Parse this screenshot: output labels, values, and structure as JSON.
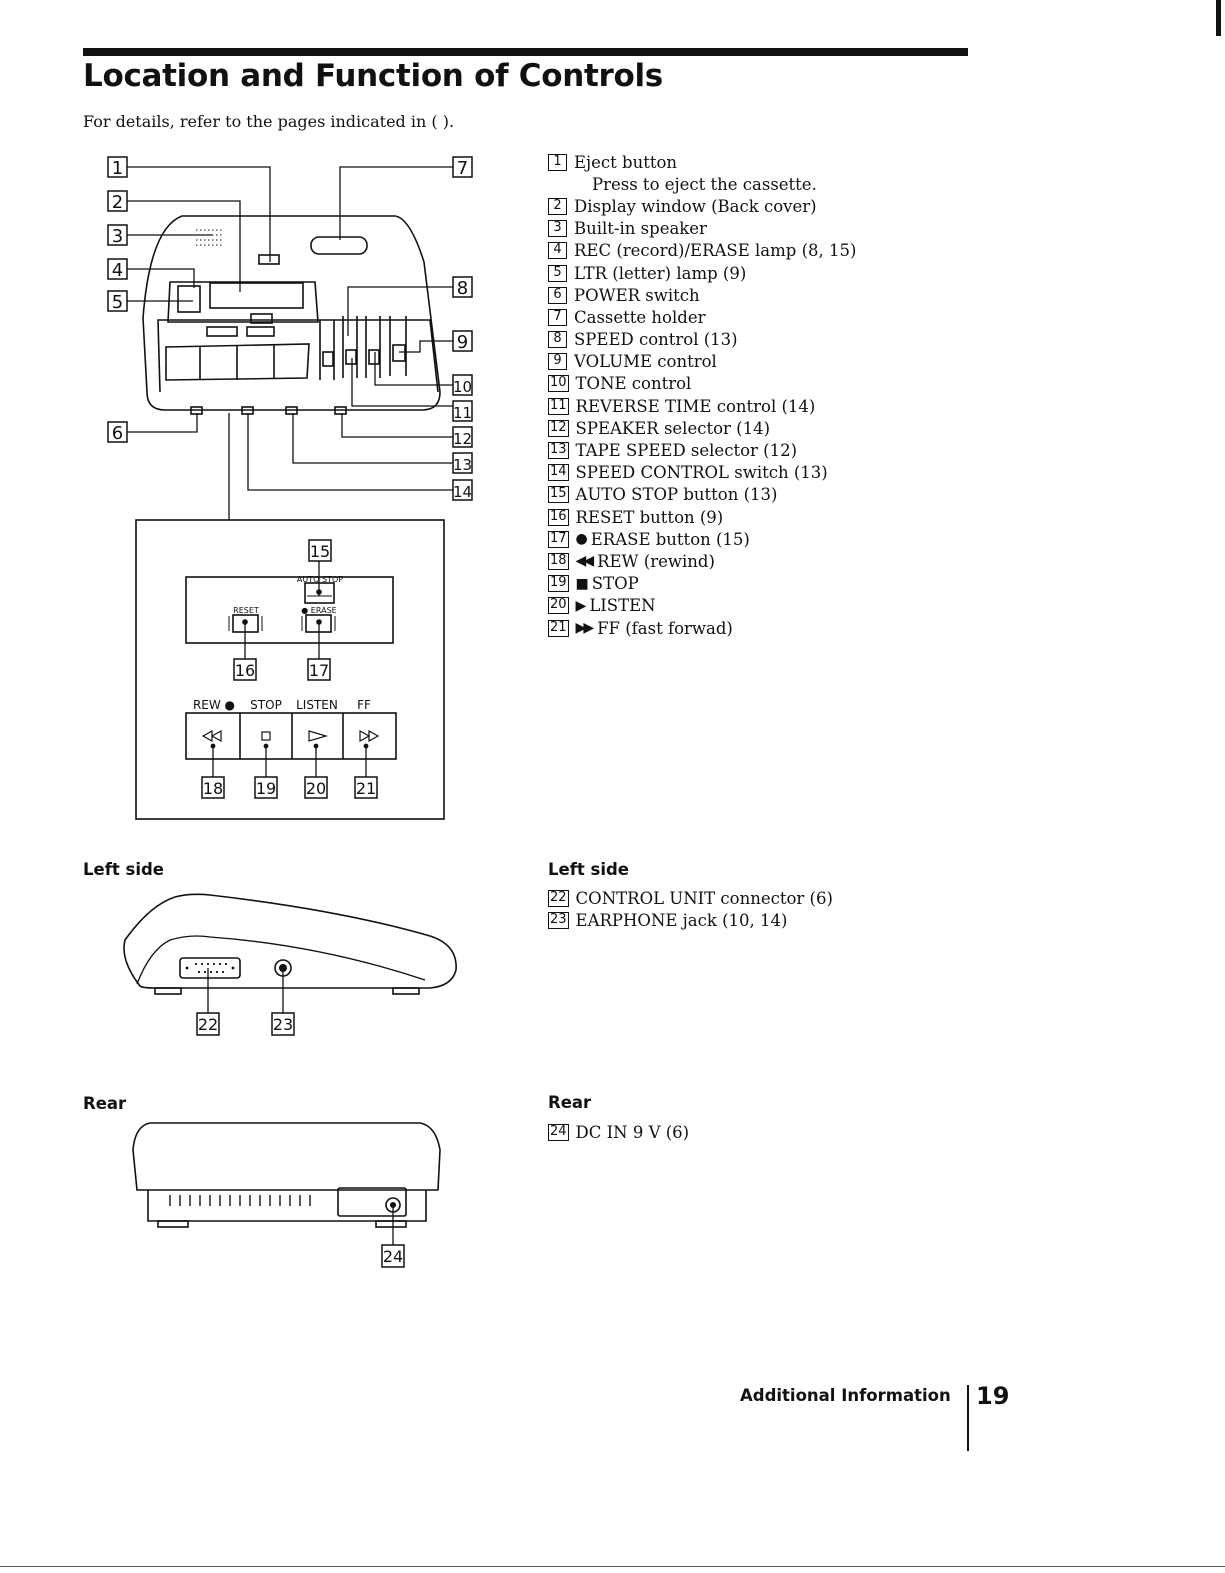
{
  "page": {
    "title": "Location and Function of Controls",
    "intro": "For details, refer to the pages indicated in ( ).",
    "footer_section": "Additional Information",
    "page_number": "19"
  },
  "front_diagram": {
    "callouts": [
      "1",
      "2",
      "3",
      "4",
      "5",
      "6",
      "7",
      "8",
      "9",
      "10",
      "11",
      "12",
      "13",
      "14"
    ]
  },
  "control_panel": {
    "callouts": [
      "15",
      "16",
      "17",
      "18",
      "19",
      "20",
      "21"
    ],
    "panel_labels": {
      "auto_stop": "AUTO STOP",
      "reset": "RESET",
      "erase": "● ERASE"
    },
    "transport_labels": [
      "REW ●",
      "STOP",
      "LISTEN",
      "FF"
    ]
  },
  "front_legend": [
    {
      "num": "1",
      "text": "Eject button"
    },
    {
      "num": "",
      "text": "Press to eject the cassette."
    },
    {
      "num": "2",
      "text": "Display window (Back cover)"
    },
    {
      "num": "3",
      "text": "Built-in speaker"
    },
    {
      "num": "4",
      "text": "REC (record)/ERASE lamp (8, 15)"
    },
    {
      "num": "5",
      "text": "LTR (letter) lamp (9)"
    },
    {
      "num": "6",
      "text": "POWER switch"
    },
    {
      "num": "7",
      "text": "Cassette holder"
    },
    {
      "num": "8",
      "text": "SPEED control (13)"
    },
    {
      "num": "9",
      "text": "VOLUME control"
    },
    {
      "num": "10",
      "text": "TONE control"
    },
    {
      "num": "11",
      "text": "REVERSE TIME control (14)"
    },
    {
      "num": "12",
      "text": "SPEAKER selector (14)"
    },
    {
      "num": "13",
      "text": "TAPE SPEED selector (12)"
    },
    {
      "num": "14",
      "text": "SPEED CONTROL switch (13)"
    },
    {
      "num": "15",
      "text": "AUTO STOP button (13)"
    },
    {
      "num": "16",
      "text": "RESET button (9)"
    },
    {
      "num": "17",
      "glyph": "●",
      "text": "ERASE button (15)"
    },
    {
      "num": "18",
      "glyph": "◀◀",
      "text": "REW (rewind)"
    },
    {
      "num": "19",
      "glyph": "■",
      "text": "STOP"
    },
    {
      "num": "20",
      "glyph": "▶",
      "text": "LISTEN"
    },
    {
      "num": "21",
      "glyph": "▶▶",
      "text": "FF (fast forwad)"
    }
  ],
  "left_side": {
    "heading": "Left side",
    "callouts": [
      "22",
      "23"
    ],
    "items": [
      {
        "num": "22",
        "text": "CONTROL UNIT connector (6)"
      },
      {
        "num": "23",
        "text": "EARPHONE jack (10, 14)"
      }
    ]
  },
  "rear": {
    "heading": "Rear",
    "callouts": [
      "24"
    ],
    "items": [
      {
        "num": "24",
        "text": "DC IN 9 V (6)"
      }
    ]
  }
}
